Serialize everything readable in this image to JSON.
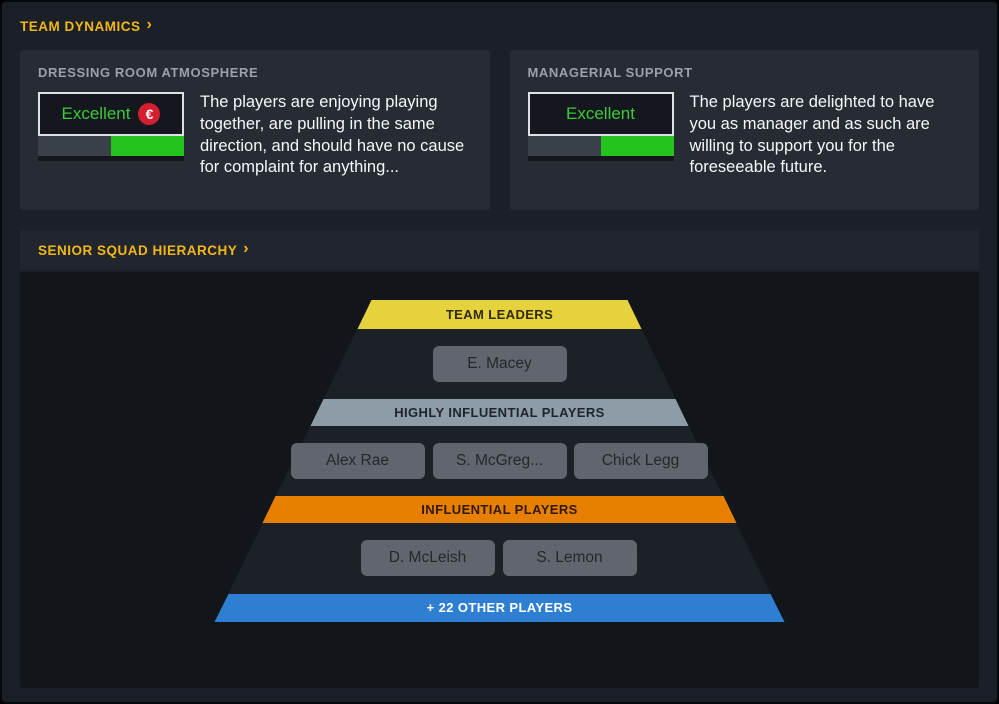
{
  "ui": {
    "chevron": "›"
  },
  "page": {
    "title": "TEAM DYNAMICS"
  },
  "dressing_room": {
    "header": "DRESSING ROOM ATMOSPHERE",
    "rating": "Excellent",
    "badge_glyph": "€",
    "bar_fill_percent": 50,
    "bar_fill_color": "#25c31e",
    "description": "The players are enjoying playing together, are pulling in the same direction, and should have no cause for complaint for anything..."
  },
  "managerial_support": {
    "header": "MANAGERIAL SUPPORT",
    "rating": "Excellent",
    "bar_fill_percent": 50,
    "bar_fill_color": "#25c31e",
    "description": "The players are delighted to have you as manager and as such are willing to support you for the foreseeable future."
  },
  "hierarchy": {
    "header": "SENIOR SQUAD HIERARCHY",
    "tiers": [
      {
        "label": "TEAM LEADERS",
        "color": "#e5d23c",
        "players": [
          "E. Macey"
        ]
      },
      {
        "label": "HIGHLY INFLUENTIAL PLAYERS",
        "color": "#8e9ca8",
        "players": [
          "Alex Rae",
          "S. McGreg...",
          "Chick Legg"
        ]
      },
      {
        "label": "INFLUENTIAL PLAYERS",
        "color": "#e77f00",
        "players": [
          "D. McLeish",
          "S. Lemon"
        ]
      },
      {
        "label": "+ 22 OTHER PLAYERS",
        "color": "#2e7fd2",
        "players": []
      }
    ]
  },
  "colors": {
    "accent_gold": "#f3b816",
    "rating_green": "#3ec93a",
    "card_bg": "#262b34",
    "panel_bg": "#121519"
  }
}
